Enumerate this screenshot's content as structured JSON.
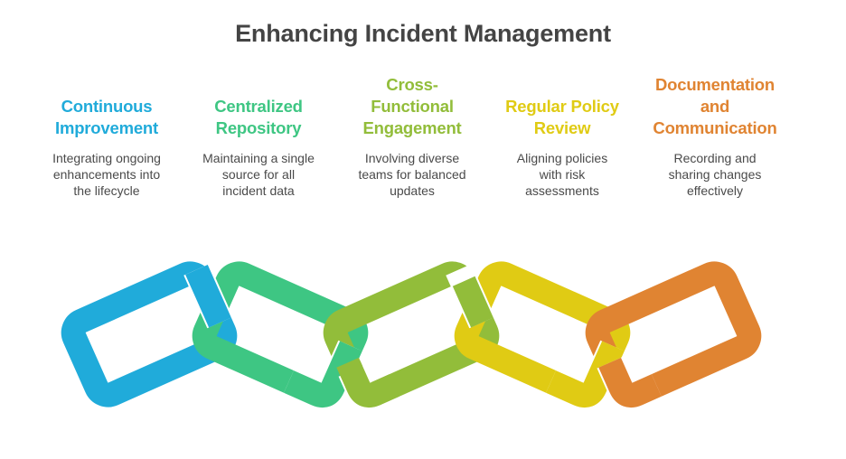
{
  "title": "Enhancing Incident Management",
  "items": [
    {
      "heading": "Continuous Improvement",
      "heading_lines": [
        "Continuous",
        "Improvement"
      ],
      "description_lines": [
        "Integrating ongoing",
        "enhancements into",
        "the lifecycle"
      ],
      "color": "#20ABDA"
    },
    {
      "heading": "Centralized Repository",
      "heading_lines": [
        "Centralized",
        "Repository"
      ],
      "description_lines": [
        "Maintaining a single",
        "source for all",
        "incident data"
      ],
      "color": "#3EC683"
    },
    {
      "heading": "Cross-Functional Engagement",
      "heading_lines": [
        "Cross-",
        "Functional",
        "Engagement"
      ],
      "description_lines": [
        "Involving diverse",
        "teams for balanced",
        "updates"
      ],
      "color": "#92BD3A"
    },
    {
      "heading": "Regular Policy Review",
      "heading_lines": [
        "Regular Policy",
        "Review"
      ],
      "description_lines": [
        "Aligning policies",
        "with risk",
        "assessments"
      ],
      "color": "#E0CB14"
    },
    {
      "heading": "Documentation and Communication",
      "heading_lines": [
        "Documentation",
        "and",
        "Communication"
      ],
      "description_lines": [
        "Recording and",
        "sharing changes",
        "effectively"
      ],
      "color": "#E08432"
    }
  ]
}
